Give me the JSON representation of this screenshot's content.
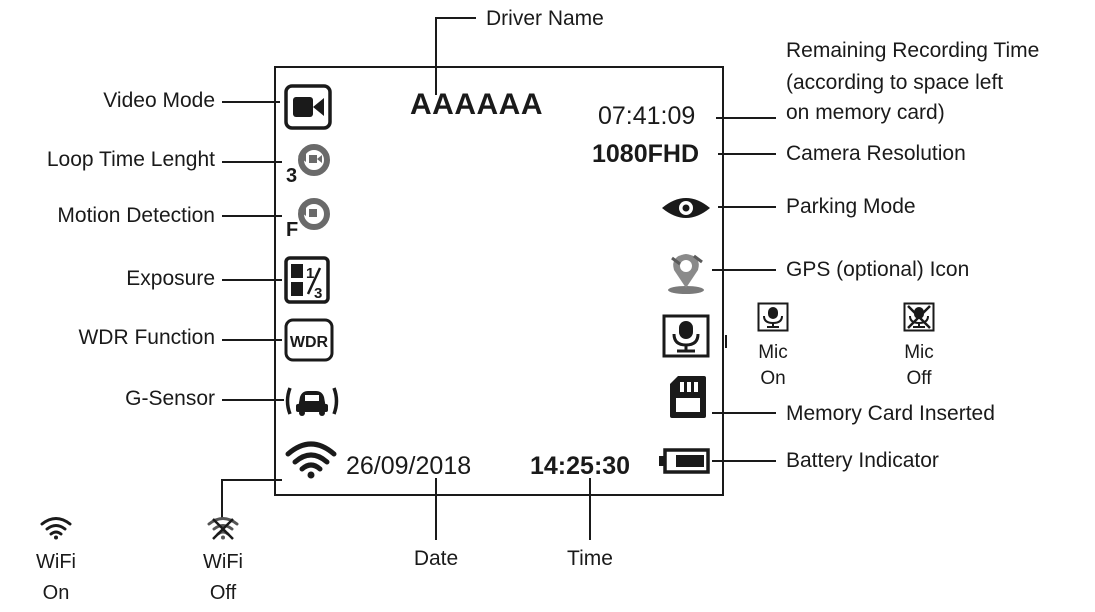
{
  "screen": {
    "driver_name": "AAAAAA",
    "remaining_time": "07:41:09",
    "resolution": "1080FHD",
    "date": "26/09/2018",
    "time": "14:25:30",
    "loop_digit": "3",
    "motion_letter": "F",
    "wdr_text": "WDR"
  },
  "callouts": {
    "driver_name": "Driver Name",
    "remaining_line1": "Remaining Recording Time",
    "remaining_line2": "(according to space left",
    "remaining_line3": "on memory card)",
    "camera_resolution": "Camera Resolution",
    "parking_mode": "Parking Mode",
    "gps_icon": "GPS (optional) Icon",
    "mic_on_line1": "Mic",
    "mic_on_line2": "On",
    "mic_off_line1": "Mic",
    "mic_off_line2": "Off",
    "memory_card": "Memory Card Inserted",
    "battery": "Battery Indicator",
    "video_mode": "Video Mode",
    "loop_time": "Loop Time Lenght",
    "motion_detection": "Motion Detection",
    "exposure": "Exposure",
    "wdr_function": "WDR Function",
    "g_sensor": "G-Sensor",
    "wifi_on_line1": "WiFi",
    "wifi_on_line2": "On",
    "wifi_off_line1": "WiFi",
    "wifi_off_line2": "Off",
    "date": "Date",
    "time": "Time"
  },
  "icons": [
    "video-camera-icon",
    "loop-time-icon",
    "motion-detection-icon",
    "exposure-icon",
    "wdr-icon",
    "g-sensor-icon",
    "wifi-icon",
    "wifi-off-icon",
    "parking-eye-icon",
    "gps-icon",
    "mic-on-icon",
    "mic-off-icon",
    "memory-card-icon",
    "battery-icon"
  ],
  "colors": {
    "ink": "#1a1a1a",
    "background": "#ffffff"
  }
}
